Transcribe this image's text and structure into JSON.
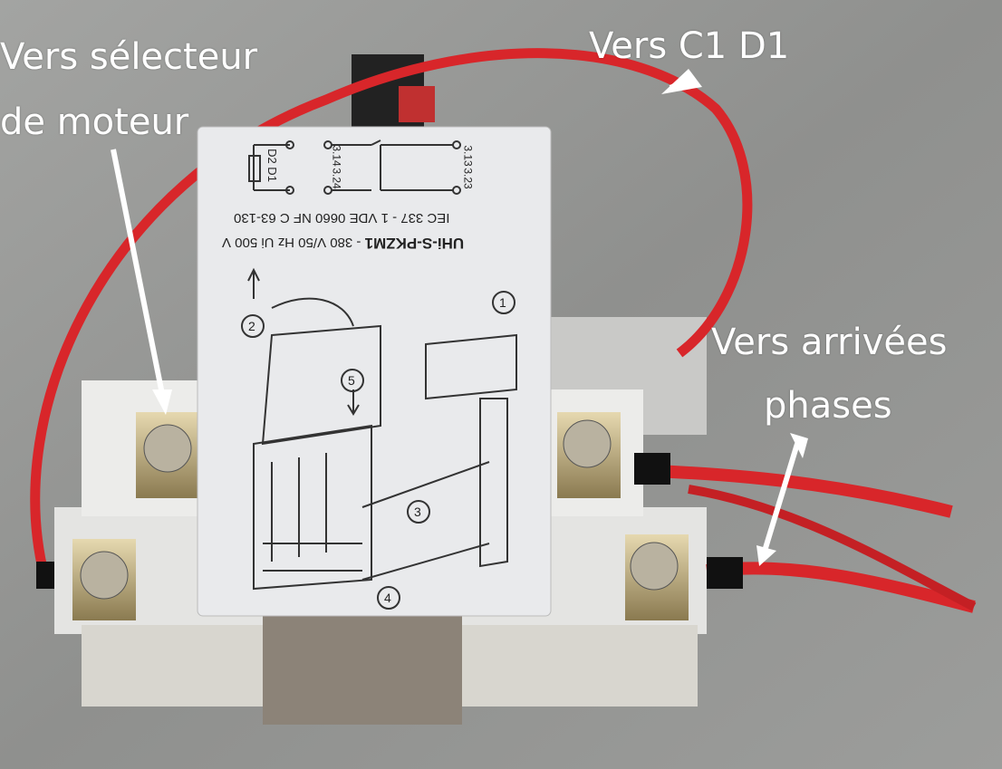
{
  "annotations": {
    "selector_line1": "Vers sélecteur",
    "selector_line2": "de moteur",
    "c1d1": "Vers C1 D1",
    "phases_line1": "Vers arrivées",
    "phases_line2": "phases"
  },
  "device_label": {
    "model": "UHi-S-PKZM1",
    "rating": "- 380 V/50 Hz  Ui 500 V",
    "standards": "IEC 337 - 1  VDE 0660  NF C 63-130",
    "terminals": [
      "D2 D1",
      "3.14",
      "3.24",
      "3.13",
      "3.23"
    ],
    "steps": [
      "1",
      "2",
      "3",
      "4",
      "5"
    ]
  },
  "colors": {
    "wire": "#d8262a",
    "label_bg": "#e9eaec",
    "annotation": "#ffffff"
  }
}
